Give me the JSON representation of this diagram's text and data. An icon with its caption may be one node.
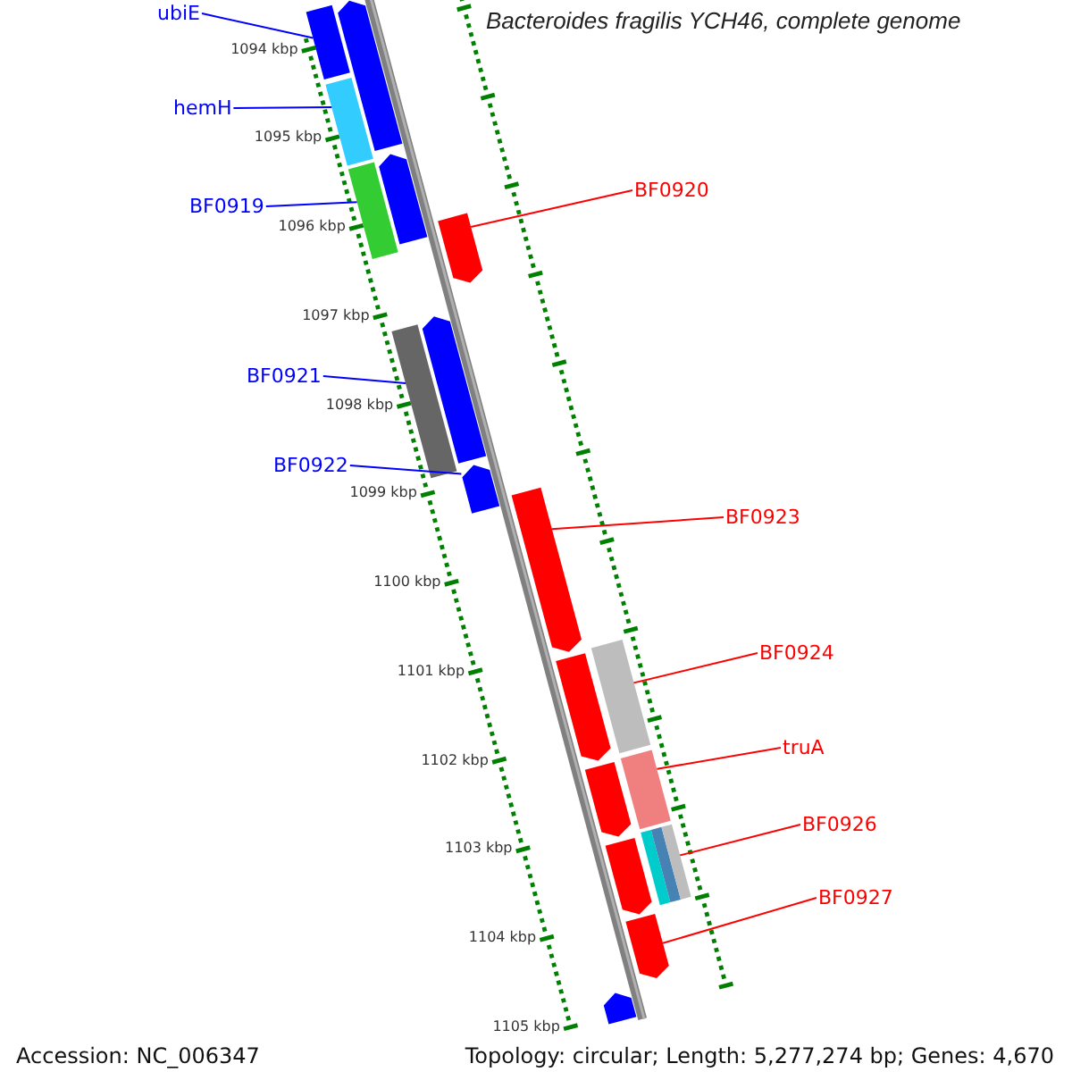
{
  "diagram": {
    "title": "Bacteroides fragilis YCH46, complete genome",
    "nodes": [
      {
        "text": [
          "ubiE"
        ]
      },
      {
        "text": [
          "hemH"
        ]
      },
      {
        "text": [
          "BF0920"
        ]
      },
      {
        "text": [
          "BF0919"
        ]
      },
      {
        "text": [
          "BF0921"
        ]
      },
      {
        "text": [
          "BF0922"
        ]
      },
      {
        "text": [
          "BF0923"
        ]
      },
      {
        "text": [
          "BF0924"
        ]
      },
      {
        "text": [
          "truA"
        ]
      },
      {
        "text": [
          "BF0926"
        ]
      },
      {
        "text": [
          "BF0927"
        ]
      },
      {
        "text": [],
        "shape": "bar"
      },
      {
        "text": [],
        "shape": "bar"
      },
      {
        "text": [],
        "shape": "bar"
      },
      {
        "text": [],
        "shape": "bar"
      },
      {
        "text": [],
        "shape": "bar"
      },
      {
        "text": [],
        "shape": "bar"
      },
      {
        "text": [],
        "shape": "bar"
      },
      {
        "text": [],
        "shape": "bar"
      },
      {
        "text": [],
        "shape": "bar"
      },
      {
        "text": [],
        "shape": "bar"
      },
      {
        "text": [],
        "shape": "bar"
      },
      {
        "text": [],
        "shape": "bar"
      },
      {
        "text": [],
        "shape": "bar"
      },
      {
        "text": [],
        "shape": "bar"
      },
      {
        "text": [],
        "shape": "bar"
      },
      {
        "text": [],
        "shape": "bar"
      },
      {
        "text": [],
        "shape": "bar"
      },
      {
        "text": [],
        "shape": "bar"
      }
    ],
    "edges": [
      {
        "from": 0,
        "to": 11,
        "arrow": "none",
        "color": "#0000ff"
      },
      {
        "from": 1,
        "to": 13,
        "arrow": "none",
        "color": "#0000ff"
      },
      {
        "from": 2,
        "to": 16,
        "arrow": "none"
      },
      {
        "from": 3,
        "to": 15,
        "arrow": "none",
        "color": "#0000ff"
      },
      {
        "from": 4,
        "to": 18,
        "arrow": "none",
        "color": "#0000ff"
      },
      {
        "from": 5,
        "to": 19,
        "arrow": "none",
        "color": "#0000ff"
      },
      {
        "from": 6,
        "to": 20,
        "arrow": "none"
      },
      {
        "from": 7,
        "to": 22,
        "arrow": "none"
      },
      {
        "from": 8,
        "to": 24,
        "arrow": "none"
      },
      {
        "from": 9,
        "to": 26,
        "arrow": "none"
      },
      {
        "from": 10,
        "to": 27,
        "arrow": "none"
      }
    ],
    "labels": [
      "1094 kbp",
      "1095 kbp",
      "1096 kbp",
      "1097 kbp",
      "1098 kbp",
      "1099 kbp",
      "1100 kbp",
      "1101 kbp",
      "1102 kbp",
      "1103 kbp",
      "1104 kbp",
      "1105 kbp",
      "Accession: NC_006347",
      "Topology: circular; Length: 5,277,274 bp; Genes: 4,670"
    ]
  }
}
